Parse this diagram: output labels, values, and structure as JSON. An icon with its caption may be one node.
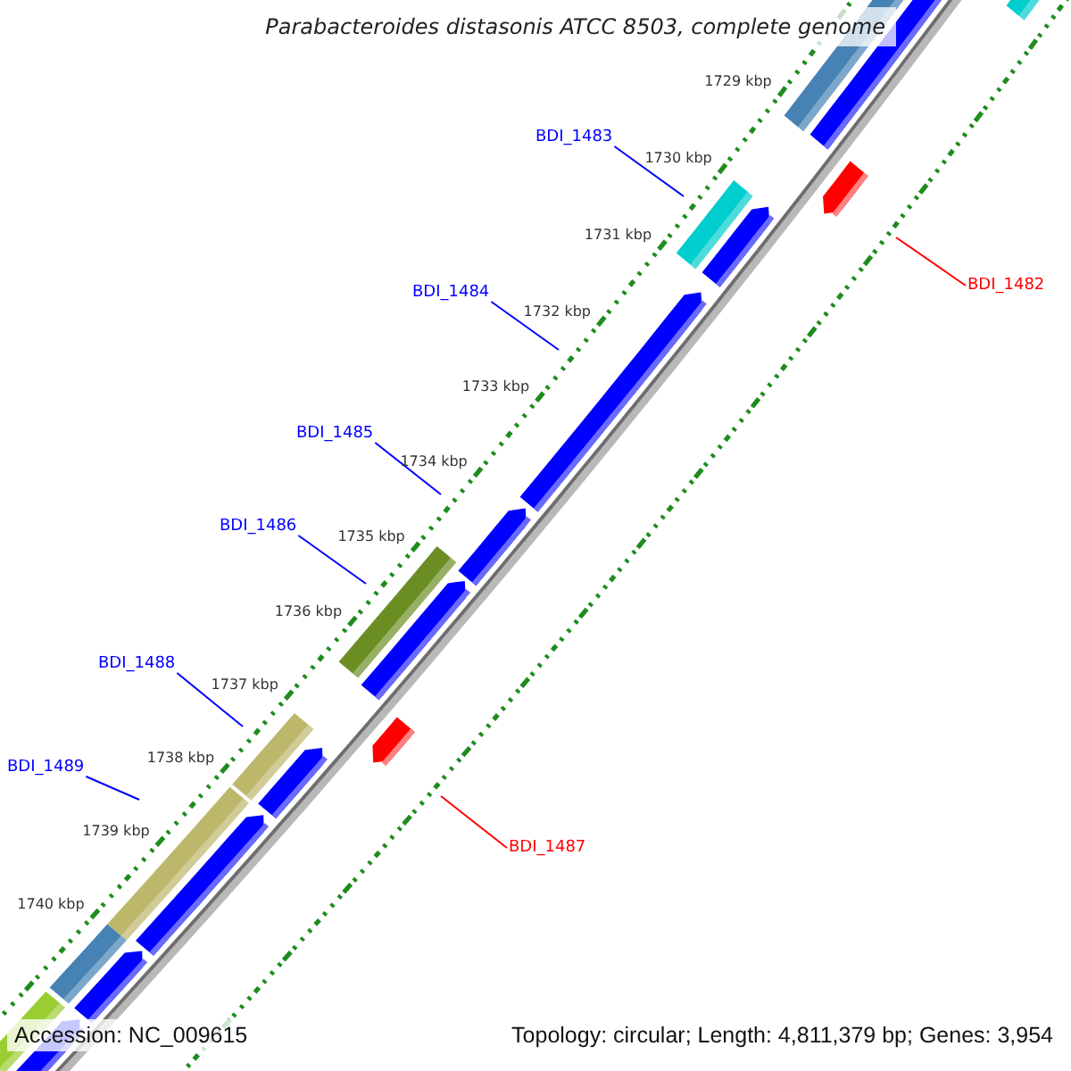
{
  "diagram": {
    "title": "Parabacteroides distasonis ATCC 8503, complete genome",
    "nodes": [
      {
        "text": [
          "BDI_1483"
        ]
      },
      {
        "text": [
          "BDI_1482"
        ]
      },
      {
        "text": [
          "BDI_1484"
        ]
      },
      {
        "text": [
          "BDI_1485"
        ]
      },
      {
        "text": [
          "BDI_1486"
        ]
      },
      {
        "text": [
          "BDI_1488"
        ]
      },
      {
        "text": [
          "BDI_1489"
        ]
      },
      {
        "text": [
          "BDI_1487"
        ]
      }
    ],
    "edges": [
      {
        "from": 0,
        "to": null,
        "arrow": "none"
      },
      {
        "from": 1,
        "to": null,
        "arrow": "none",
        "color": "#ff0000"
      },
      {
        "from": 2,
        "to": null,
        "arrow": "none"
      },
      {
        "from": 3,
        "to": null,
        "arrow": "none"
      },
      {
        "from": 4,
        "to": null,
        "arrow": "none"
      },
      {
        "from": 5,
        "to": null,
        "arrow": "none"
      },
      {
        "from": 6,
        "to": null,
        "arrow": "none"
      },
      {
        "from": 7,
        "to": null,
        "arrow": "none",
        "color": "#ff0000"
      }
    ],
    "labels": [
      "1729 kbp",
      "1730 kbp",
      "1731 kbp",
      "1732 kbp",
      "1733 kbp",
      "1734 kbp",
      "1735 kbp",
      "1736 kbp",
      "1737 kbp",
      "1738 kbp",
      "1739 kbp",
      "1740 kbp",
      "Accession: NC_009615",
      "Topology: circular; Length: 4,811,379 bp; Genes: 3,954"
    ]
  }
}
